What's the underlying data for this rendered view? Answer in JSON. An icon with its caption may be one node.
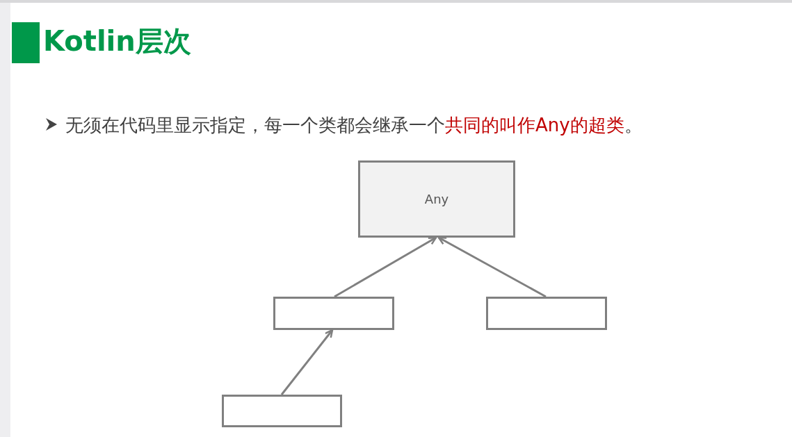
{
  "diagram": {
    "title": "Kotlin层次",
    "nodes": [
      {
        "text": [
          "Any"
        ]
      },
      {
        "text": [],
        "shape": "box"
      },
      {
        "text": [],
        "shape": "box"
      },
      {
        "text": [],
        "shape": "box"
      }
    ],
    "edges": [
      {
        "from": 1,
        "to": 0,
        "arrow": "to"
      },
      {
        "from": 2,
        "to": 0,
        "arrow": "to"
      },
      {
        "from": 3,
        "to": 1,
        "arrow": "to"
      }
    ],
    "labels": [
      "无须在代码里显示指定，每一个类都会继承一个",
      "共同的叫作Any的超类",
      "。"
    ]
  }
}
